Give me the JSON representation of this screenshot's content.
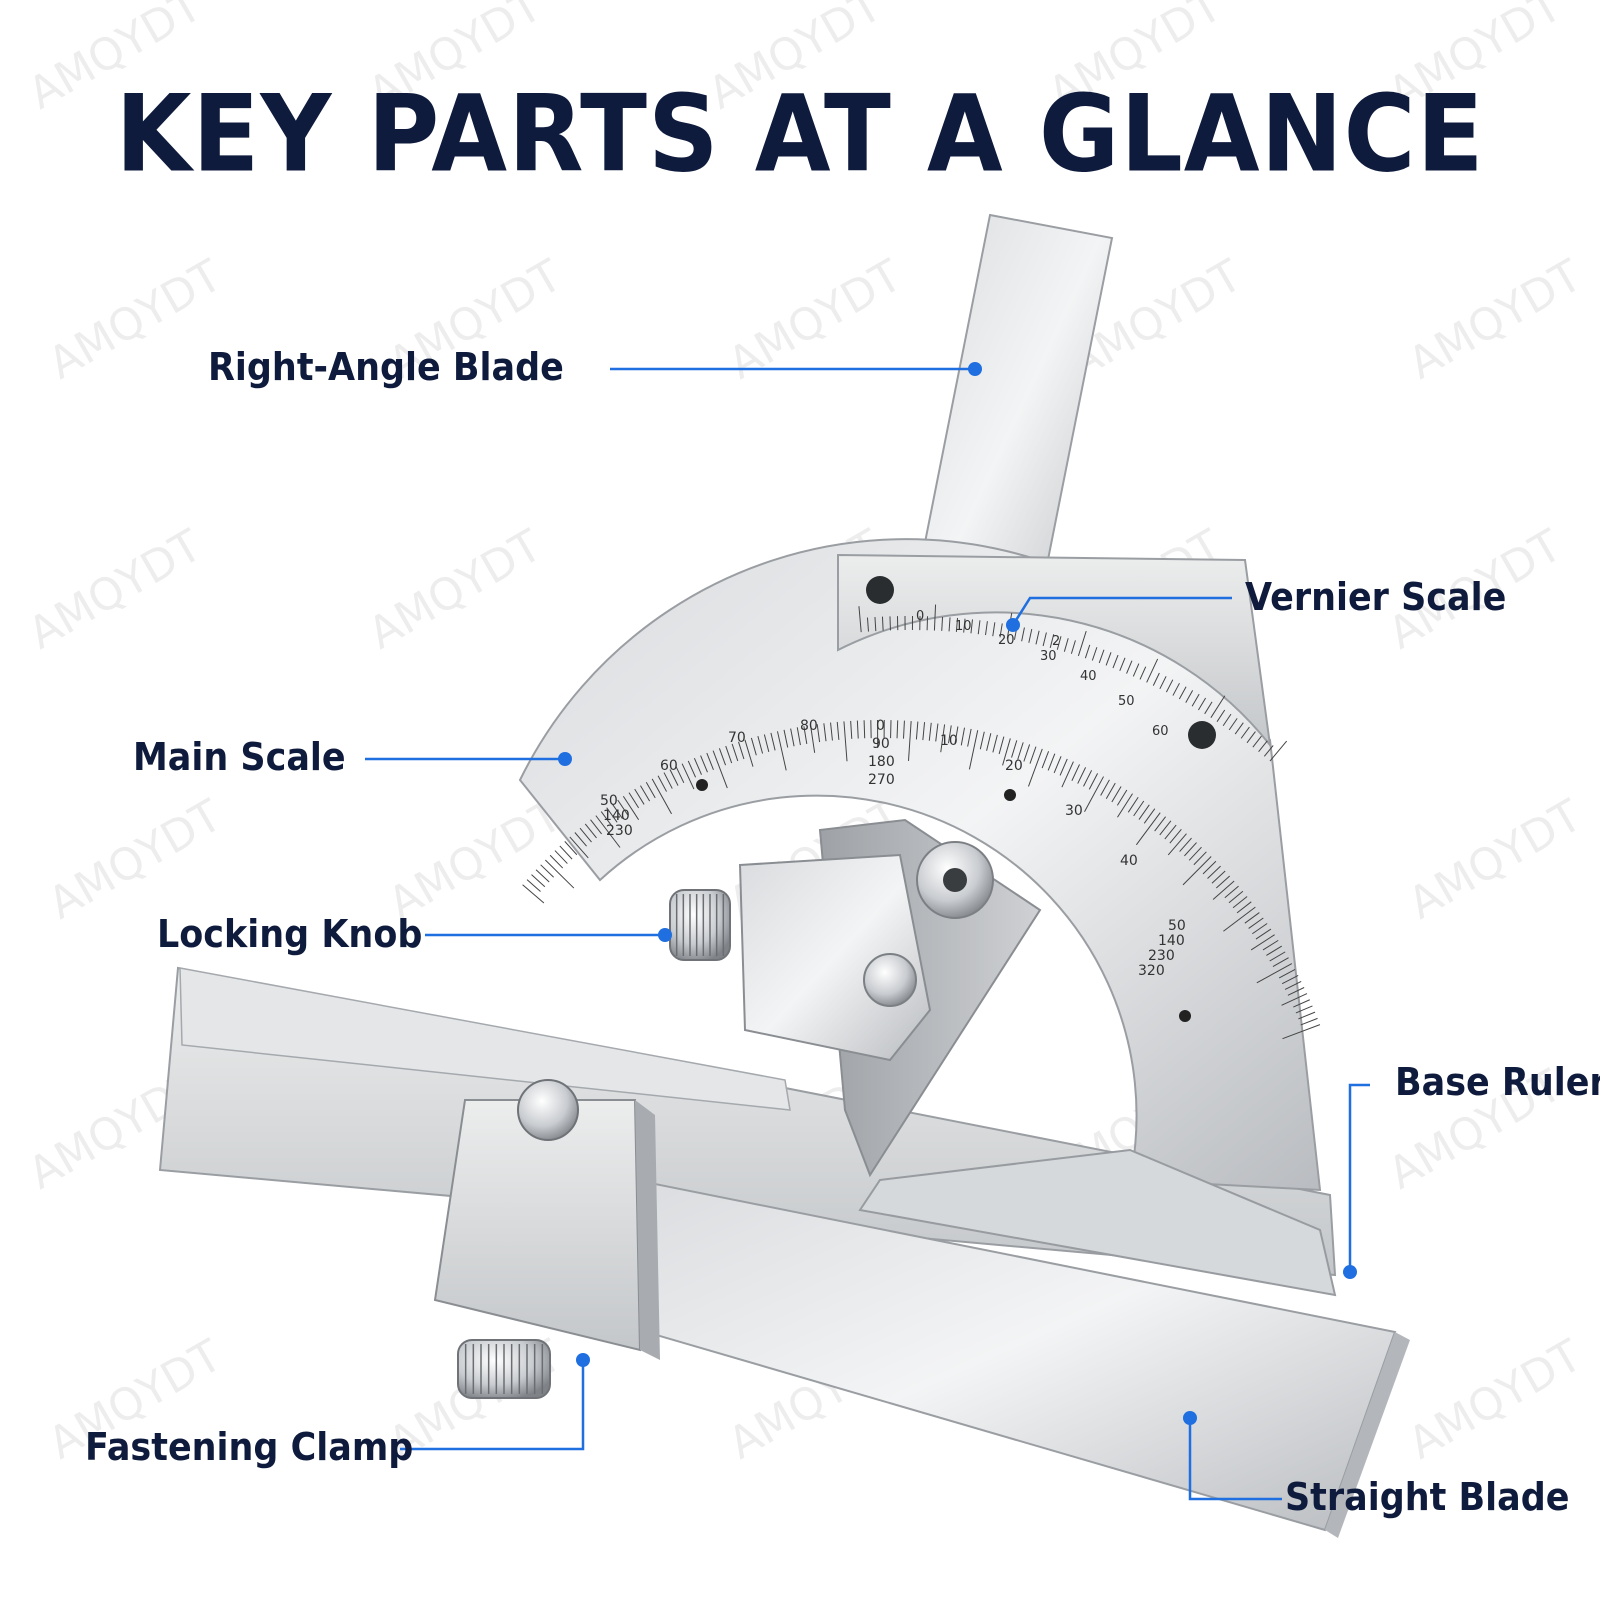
{
  "title": "KEY PARTS AT A GLANCE",
  "watermark": "AMQYDT",
  "accent_color": "#1f6fe0",
  "text_color": "#0f1b3d",
  "labels": {
    "right_angle_blade": "Right-Angle Blade",
    "vernier_scale": "Vernier Scale",
    "main_scale": "Main Scale",
    "locking_knob": "Locking Knob",
    "base_ruler": "Base Ruler",
    "fastening_clamp": "Fastening Clamp",
    "straight_blade": "Straight Blade"
  },
  "main_scale_numbers": [
    "50",
    "140",
    "230",
    "60",
    "70",
    "80",
    "0",
    "90",
    "180",
    "270",
    "10",
    "20",
    "30",
    "40",
    "50",
    "140",
    "230",
    "320"
  ],
  "vernier_numbers": [
    "0",
    "10",
    "20",
    "2",
    "30",
    "40",
    "50",
    "60"
  ]
}
